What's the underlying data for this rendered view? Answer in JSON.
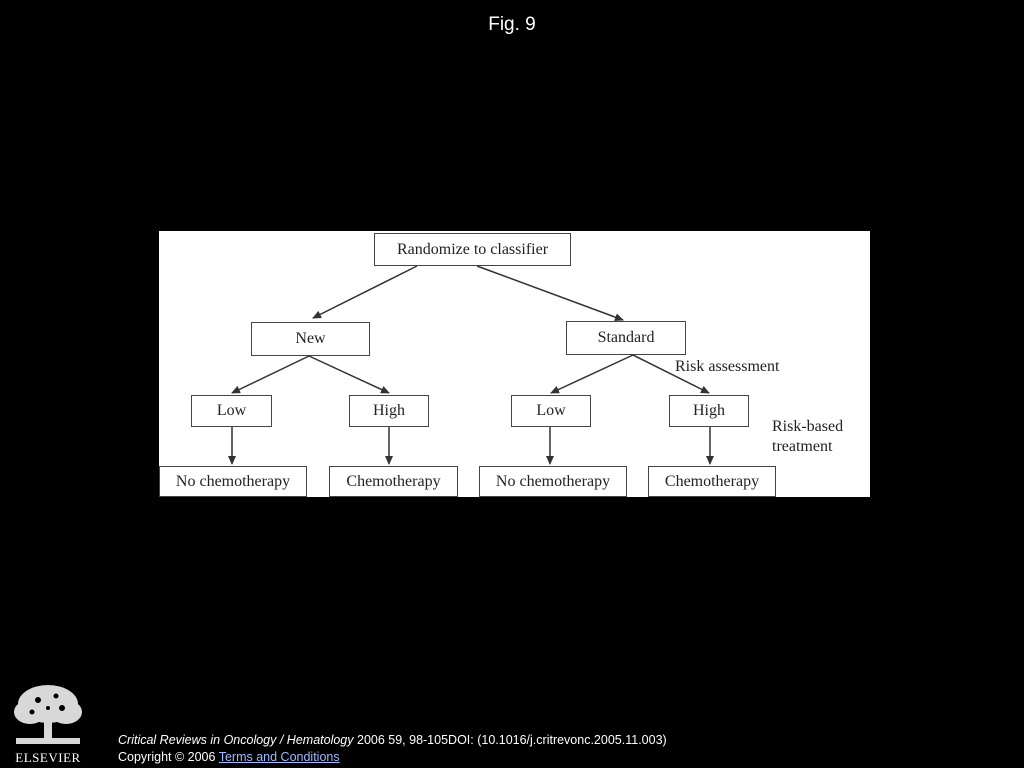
{
  "figure": {
    "title": "Fig. 9"
  },
  "diagram": {
    "nodes": {
      "root": "Randomize to classifier",
      "new": "New",
      "standard": "Standard",
      "new_low": "Low",
      "new_high": "High",
      "std_low": "Low",
      "std_high": "High",
      "new_low_treat": "No chemotherapy",
      "new_high_treat": "Chemotherapy",
      "std_low_treat": "No chemotherapy",
      "std_high_treat": "Chemotherapy"
    },
    "annotations": {
      "risk_assessment": "Risk assessment",
      "risk_based_line1": "Risk-based",
      "risk_based_line2": "treatment"
    },
    "colors": {
      "panel_bg": "#ffffff",
      "line": "#333333"
    }
  },
  "footer": {
    "publisher_logo_text": "ELSEVIER",
    "journal": "Critical Reviews in Oncology / Hematology",
    "citation_rest": " 2006 59, 98-105DOI: (10.1016/j.critrevonc.2005.11.003)",
    "copyright": "Copyright © 2006 ",
    "terms_link": " Terms and Conditions"
  }
}
